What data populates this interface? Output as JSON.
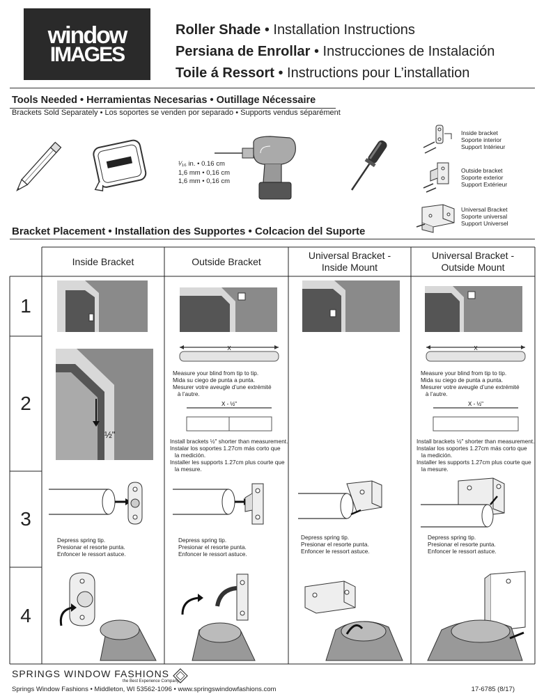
{
  "logo": {
    "line1": "window",
    "line2": "IMAGES"
  },
  "titles": [
    {
      "bold": "Roller Shade",
      "rest": " • Installation Instructions"
    },
    {
      "bold": "Persiana de Enrollar",
      "rest": " • Instrucciones de Instalación"
    },
    {
      "bold": "Toile á Ressort",
      "rest": " • Instructions pour L’installation"
    }
  ],
  "tools": {
    "heading": "Tools Needed • Herramientas Necesarias • Outillage Nécessaire",
    "subheading": "Brackets Sold Separately • Los soportes se venden por separado • Supports vendus séparément",
    "drill_lines": [
      "¹⁄₁₆ in. • 0.16 cm",
      "1,6 mm • 0,16 cm",
      "1,6 mm • 0,16 cm"
    ],
    "icons": [
      "pencil-icon",
      "tape-measure-icon",
      "drill-icon",
      "screwdriver-icon"
    ]
  },
  "bracket_legend": [
    {
      "lines": [
        "Inside bracket",
        "Soporte interior",
        "Support Intérieur"
      ]
    },
    {
      "lines": [
        "Outside bracket",
        "Soporte exterior",
        "Support Extérieur"
      ]
    },
    {
      "lines": [
        "Universal Bracket",
        "Soporte universal",
        "Support Universel"
      ]
    }
  ],
  "placement": {
    "heading": "Bracket Placement • Installation des Supportes • Colcacion del Suporte",
    "columns": [
      "Inside Bracket",
      "Outside Bracket",
      "Universal Bracket -\nInside Mount",
      "Universal Bracket -\nOutside Mount"
    ],
    "rows": [
      "1",
      "2",
      "3",
      "4"
    ],
    "step2_measure": [
      "Measure your blind from tip to tip.",
      "Mida su ciego de punta a punta.",
      "Mesurer votre aveugle d’une extrémité",
      "   à l’autre."
    ],
    "step2_install": [
      "Install brackets ½\" shorter than measurement.",
      "Instalar los soportes 1.27cm más corto que",
      "   la medición.",
      "Installer les supports 1.27cm plus courte que",
      "   la mesure."
    ],
    "step3_text": [
      "Depress spring tip.",
      "Presionar el resorte punta.",
      "Enfoncer le ressort astuce."
    ],
    "label_x": "X",
    "label_x_half": "X - ½\"",
    "label_half": "½\""
  },
  "footer": {
    "company": "SPRINGS WINDOW FASHIONS",
    "tagline": "the Best Experience Company",
    "address": "Springs Window Fashions • Middleton, WI 53562-1096 • www.springswindowfashions.com",
    "doc_number": "17-6785 (8/17)"
  }
}
